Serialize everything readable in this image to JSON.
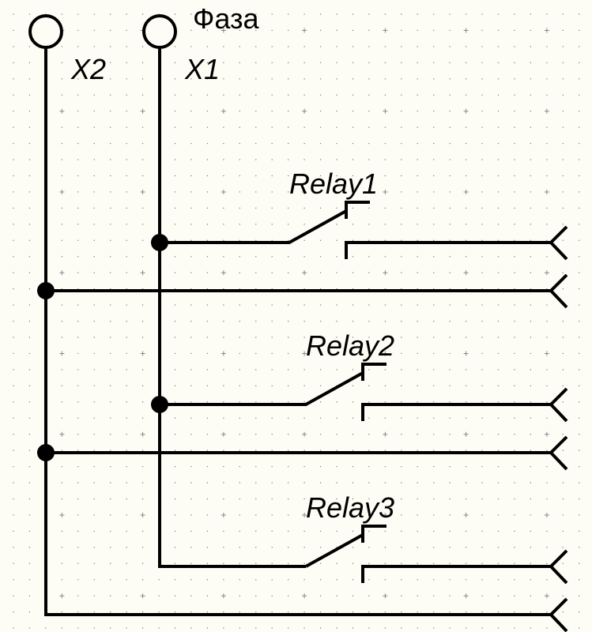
{
  "diagram": {
    "type": "electrical-schematic",
    "title": "Фаза",
    "terminals": [
      {
        "id": "X2",
        "label": "X2"
      },
      {
        "id": "X1",
        "label": "X1"
      }
    ],
    "relays": [
      {
        "id": "relay1",
        "label": "Relay1"
      },
      {
        "id": "relay2",
        "label": "Relay2"
      },
      {
        "id": "relay3",
        "label": "Relay3"
      }
    ],
    "outputs": [
      {
        "id": "out1",
        "source": "Relay1"
      },
      {
        "id": "out2",
        "source": "X2"
      },
      {
        "id": "out3",
        "source": "Relay2"
      },
      {
        "id": "out4",
        "source": "X2"
      },
      {
        "id": "out5",
        "source": "Relay3"
      },
      {
        "id": "out6",
        "source": "X2"
      }
    ],
    "colors": {
      "background": "#fdfdf5",
      "wire": "#000000",
      "grid": "#777777"
    }
  }
}
